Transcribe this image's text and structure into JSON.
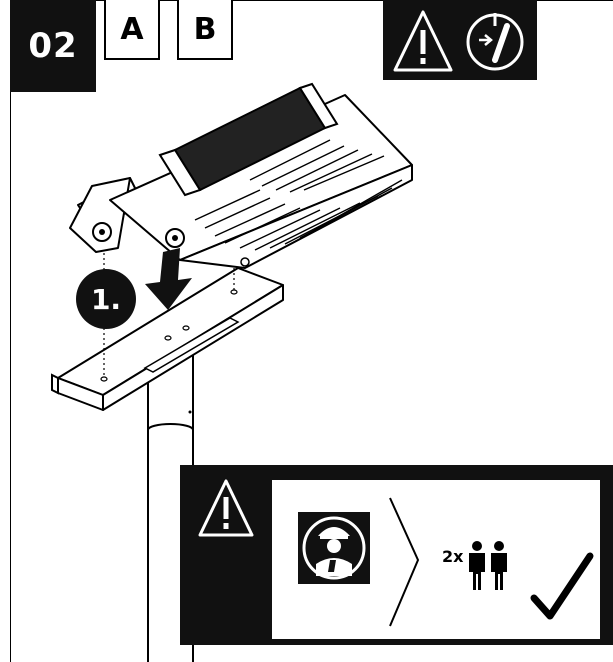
{
  "step": {
    "number": "02"
  },
  "variants": [
    {
      "label": "A"
    },
    {
      "label": "B"
    }
  ],
  "warnings": {
    "icons": [
      "warning-triangle-icon",
      "power-switch-off-icon"
    ]
  },
  "diagram": {
    "sub_step": "1."
  },
  "installation_notice": {
    "icons": [
      "warning-triangle-icon",
      "qualified-technician-icon",
      "two-persons-icon",
      "checkmark-icon"
    ],
    "persons_required": "2x"
  }
}
